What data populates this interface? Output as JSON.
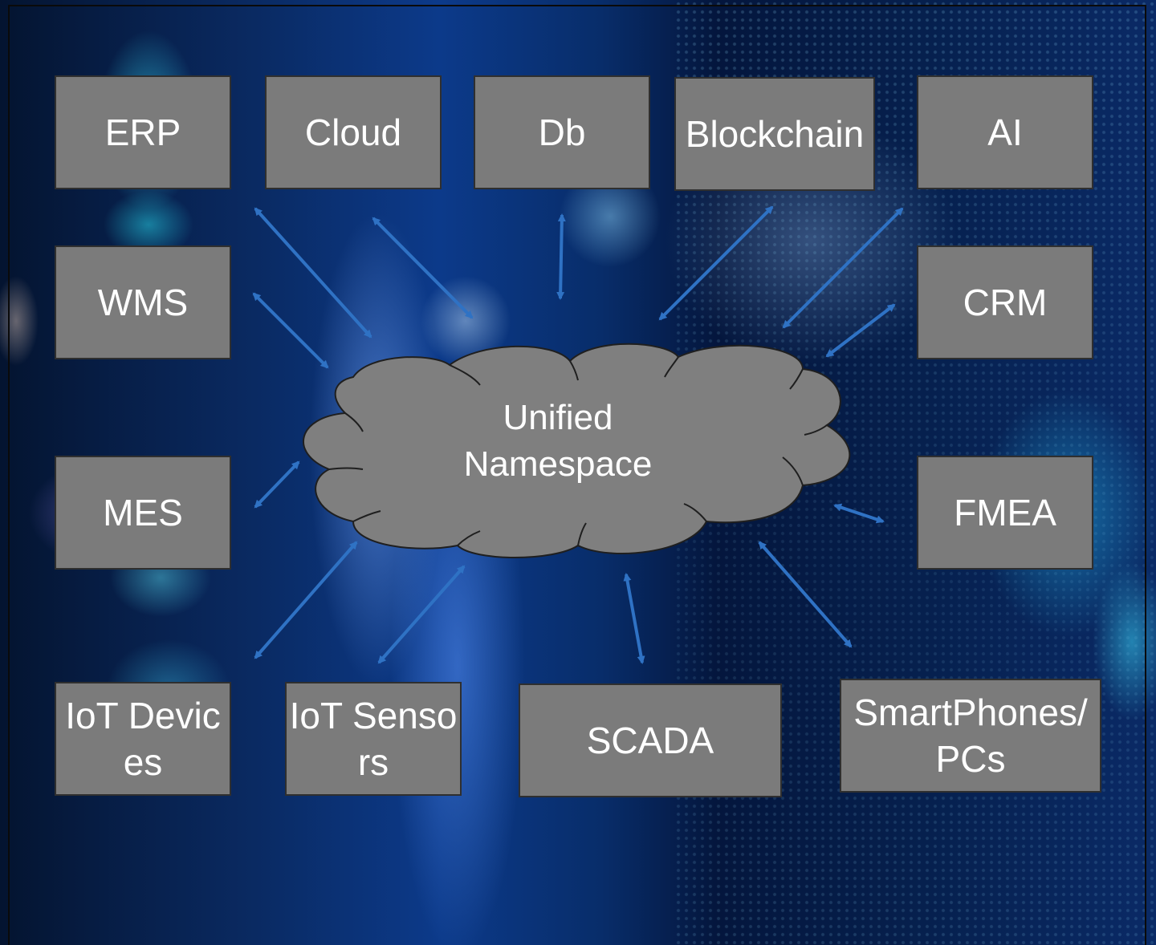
{
  "diagram": {
    "center": "Unified Namespace",
    "nodes": {
      "erp": "ERP",
      "cloud": "Cloud",
      "db": "Db",
      "blockchain": "Blockchain",
      "ai": "AI",
      "wms": "WMS",
      "crm": "CRM",
      "mes": "MES",
      "fmea": "FMEA",
      "iot_devices": "IoT Devices",
      "iot_sensors": "IoT Sensors",
      "scada": "SCADA",
      "smartphones": "SmartPhones/PCs"
    },
    "connector_style": "double-headed arrows",
    "colors": {
      "box_fill": "#7b7b7b",
      "box_border": "#2f2f2f",
      "cloud_fill": "#7f7f7f",
      "arrow": "#2f72c4",
      "text": "#ffffff"
    }
  }
}
